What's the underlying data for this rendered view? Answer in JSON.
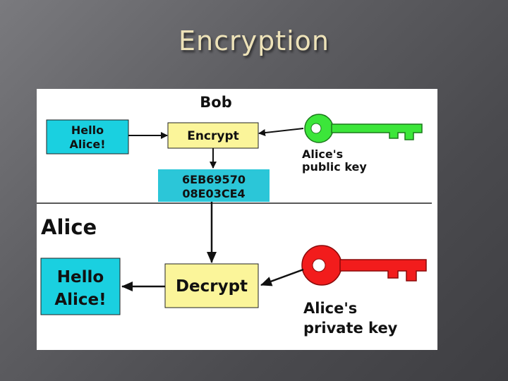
{
  "slide": {
    "title": "Encryption"
  },
  "diagram": {
    "sender_label": "Bob",
    "receiver_label": "Alice",
    "plaintext_sender": [
      "Hello",
      "Alice!"
    ],
    "encrypt_label": "Encrypt",
    "ciphertext": [
      "6EB69570",
      "08E03CE4"
    ],
    "public_key_label": [
      "Alice's",
      "public key"
    ],
    "decrypt_label": "Decrypt",
    "plaintext_receiver": [
      "Hello",
      "Alice!"
    ],
    "private_key_label": [
      "Alice's",
      "private key"
    ],
    "colors": {
      "plaintext_box": "#1ad0e0",
      "process_box": "#fbf59a",
      "ciphertext_box": "#2bc6d8",
      "public_key": "#3ce63a",
      "private_key": "#f21c1c"
    }
  }
}
